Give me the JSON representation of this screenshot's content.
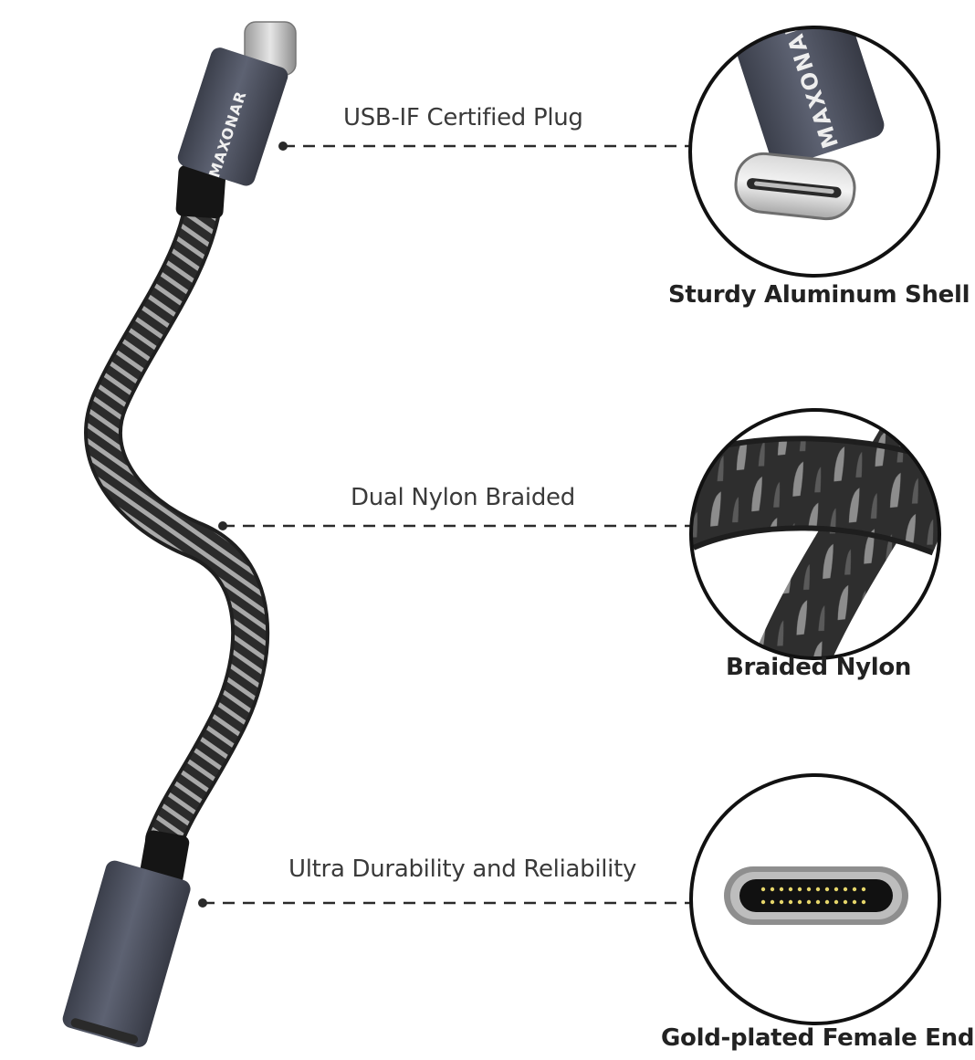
{
  "brand": "MAXONAR",
  "callouts": {
    "plug": "USB-IF Certified Plug",
    "braid": "Dual Nylon Braided",
    "durability": "Ultra Durability and Reliability"
  },
  "captions": {
    "shell": "Sturdy Aluminum Shell",
    "nylon": "Braided Nylon",
    "female": "Gold-plated Female End"
  },
  "colors": {
    "aluminum": "#4a4e5c",
    "braid_dark": "#2b2b2b",
    "braid_light": "#a9a9a9",
    "pins_gold": "#e6d66a",
    "line": "#2a2a2a"
  }
}
